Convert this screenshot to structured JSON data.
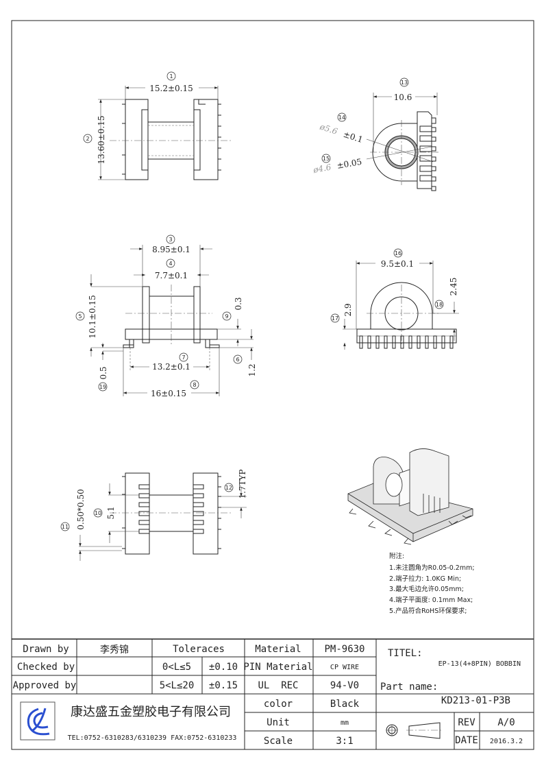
{
  "dimensions": {
    "d1": {
      "num": "1",
      "text": "15.2±0.15"
    },
    "d2": {
      "num": "2",
      "text": "13.60±0.15"
    },
    "d3": {
      "num": "3",
      "text": "8.95±0.1"
    },
    "d4": {
      "num": "4",
      "text": "7.7±0.1"
    },
    "d5": {
      "num": "5",
      "text": "10.1±0.15"
    },
    "d6": {
      "num": "6",
      "text": "1.2"
    },
    "d7": {
      "num": "7",
      "text": "13.2±0.1"
    },
    "d8": {
      "num": "8",
      "text": "16±0.15"
    },
    "d9": {
      "num": "9",
      "text": "0.3"
    },
    "d10": {
      "num": "10",
      "text": "5.1"
    },
    "d11": {
      "num": "11",
      "text": "0.50*0.50"
    },
    "d12": {
      "num": "12",
      "text": "1.7TYP"
    },
    "d13": {
      "num": "13",
      "text": "10.6"
    },
    "d14": {
      "num": "14",
      "text": "ø5.6",
      "tol": "±0.1"
    },
    "d15": {
      "num": "15",
      "text": "ø4.6",
      "tol": "±0.05"
    },
    "d16": {
      "num": "16",
      "text": "9.5±0.1"
    },
    "d17": {
      "num": "17",
      "text": "2.9"
    },
    "d18": {
      "num": "18",
      "text": "2.45"
    },
    "d19": {
      "num": "19",
      "text": "0.5"
    }
  },
  "notes": {
    "title": "附注:",
    "items": [
      "1.未注圆角为R0.05-0.2mm;",
      "2.端子拉力: 1.0KG Min;",
      "3.最大毛边允许0.05mm;",
      "4.端子平面度: 0.1mm Max;",
      "5.产品符合RoHS环保要求;"
    ]
  },
  "title_block": {
    "drawn_by_label": "Drawn by",
    "drawn_by": "李秀锦",
    "checked_by_label": "Checked by",
    "checked_by": "",
    "approved_by_label": "Approved by",
    "approved_by": "",
    "tolerances_label": "Toleraces",
    "tol_range1": "0<L≤5",
    "tol_value1": "±0.10",
    "tol_range2": "5<L≤20",
    "tol_value2": "±0.15",
    "company": "康达盛五金塑胶电子有限公司",
    "contact": "TEL:0752-6310283/6310239  FAX:0752-6310233",
    "material_label": "Material",
    "material": "PM-9630",
    "pin_material_label": "PIN Material",
    "pin_material": "CP WIRE",
    "ul_label": "UL  REC",
    "ul": "94-V0",
    "color_label": "color",
    "color": "Black",
    "unit_label": "Unit",
    "unit": "mm",
    "scale_label": "Scale",
    "scale": "3:1",
    "title_label": "TITEL:",
    "title": "EP-13(4+8PIN) BOBBIN",
    "part_name_label": "Part name:",
    "part_name": "KD213-01-P3B",
    "rev_label": "REV",
    "rev": "A/0",
    "date_label": "DATE",
    "date": "2016.3.2"
  },
  "colors": {
    "line": "#222222",
    "logo_blue": "#2a4fd0"
  }
}
